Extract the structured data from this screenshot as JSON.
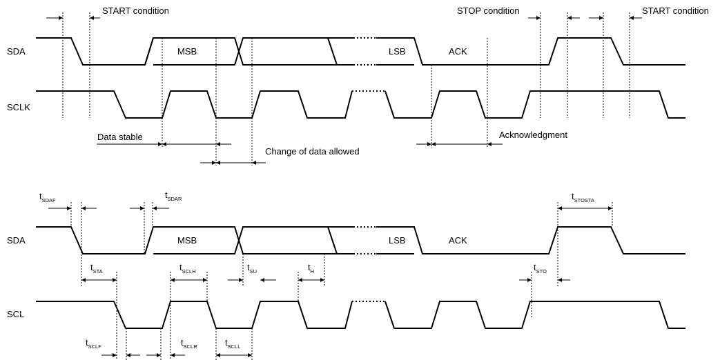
{
  "top_diagram": {
    "signals": {
      "sda": "SDA",
      "sclk": "SCLK"
    },
    "data_labels": {
      "msb": "MSB",
      "lsb": "LSB",
      "ack": "ACK"
    },
    "annotations": {
      "start_condition": "START condition",
      "stop_condition": "STOP condition",
      "start_condition_2": "START condition",
      "data_stable": "Data stable",
      "change_of_data_allowed": "Change of data allowed",
      "acknowledgment": "Acknowledgment"
    }
  },
  "bottom_diagram": {
    "signals": {
      "sda": "SDA",
      "scl": "SCL"
    },
    "data_labels": {
      "msb": "MSB",
      "lsb": "LSB",
      "ack": "ACK"
    },
    "timing": {
      "t": "t",
      "sdaf": "SDAF",
      "sdar": "SDAR",
      "stosta": "STOSTA",
      "sta": "STA",
      "sclh": "SCLH",
      "su": "SU",
      "h": "H",
      "sto": "STO",
      "sclf": "SCLF",
      "sclr": "SCLR",
      "scll": "SCLL"
    }
  }
}
